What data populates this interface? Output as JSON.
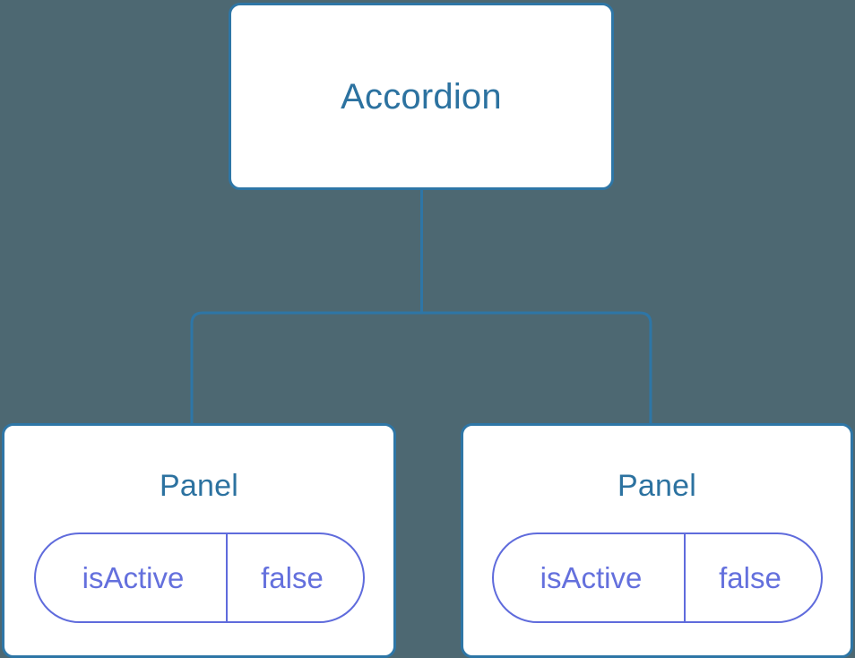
{
  "diagram": {
    "type": "component-tree",
    "background_color": "#4d6872",
    "node_border_color": "#2e76a6",
    "node_title_color": "#2c72a0",
    "prop_color": "#6470dd",
    "connector_color": "#2e76a6",
    "root": {
      "title": "Accordion"
    },
    "children": [
      {
        "title": "Panel",
        "props": [
          {
            "key": "isActive",
            "value": "false"
          }
        ]
      },
      {
        "title": "Panel",
        "props": [
          {
            "key": "isActive",
            "value": "false"
          }
        ]
      }
    ]
  }
}
